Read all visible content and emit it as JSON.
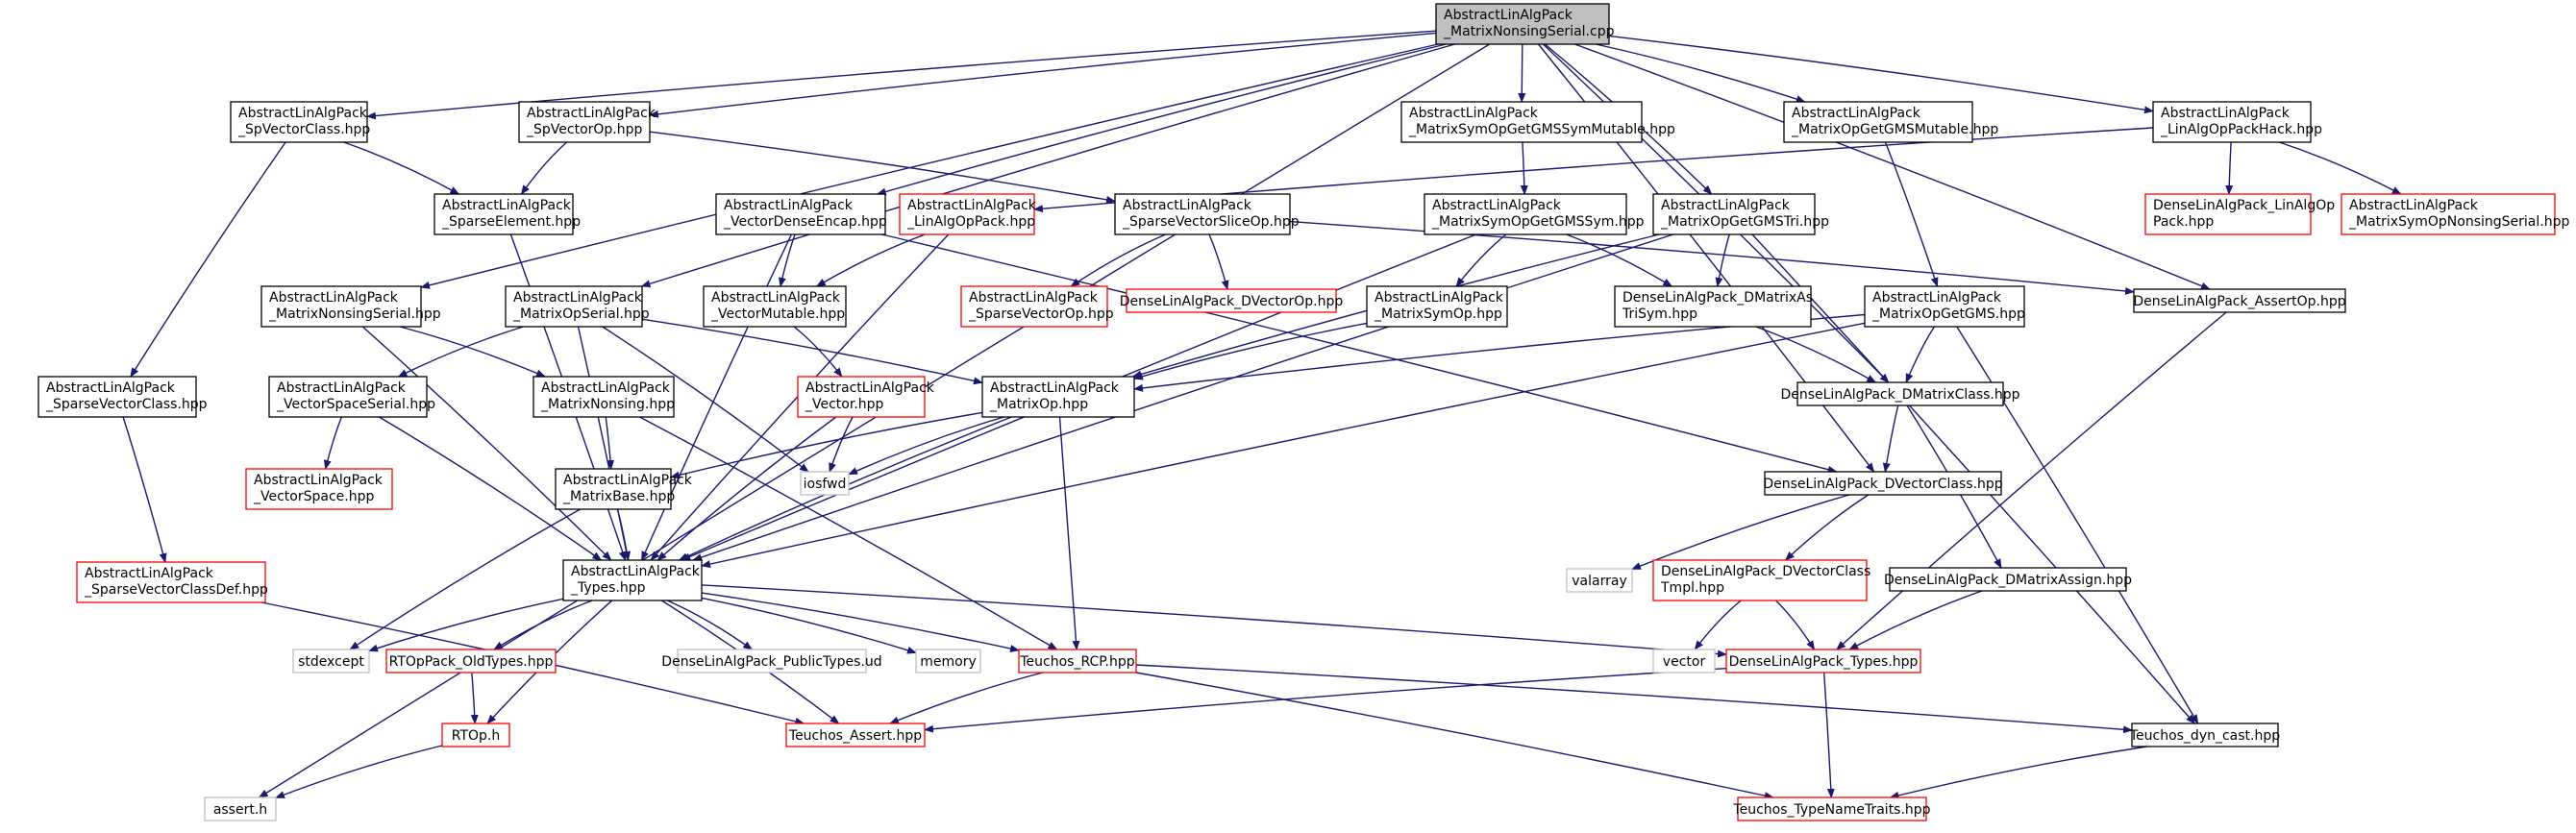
{
  "colors": {
    "edge": "#191970",
    "root_fill": "#bfbfbf",
    "node_border": "#000000",
    "missing_border": "#ff0000",
    "system_border": "#bfbfbf",
    "text": "#000000"
  },
  "nodes": [
    {
      "id": "n0",
      "kind": "root",
      "lines": [
        "AbstractLinAlgPack",
        "_MatrixNonsingSerial.cpp"
      ]
    },
    {
      "id": "n1",
      "kind": "system",
      "lines": [
        "assert.h"
      ]
    },
    {
      "id": "n2",
      "kind": "normal",
      "lines": [
        "AbstractLinAlgPack",
        "_SpVectorClass.hpp"
      ]
    },
    {
      "id": "n3",
      "kind": "normal",
      "lines": [
        "AbstractLinAlgPack",
        "_SparseVectorClass.hpp"
      ]
    },
    {
      "id": "n4",
      "kind": "missing",
      "lines": [
        "AbstractLinAlgPack",
        "_SparseVectorClassDef.hpp"
      ]
    },
    {
      "id": "n5",
      "kind": "missing",
      "lines": [
        "Teuchos_Assert.hpp"
      ]
    },
    {
      "id": "n6",
      "kind": "normal",
      "lines": [
        "AbstractLinAlgPack",
        "_SparseElement.hpp"
      ]
    },
    {
      "id": "n7",
      "kind": "normal",
      "lines": [
        "AbstractLinAlgPack",
        "_Types.hpp"
      ]
    },
    {
      "id": "n8",
      "kind": "system",
      "lines": [
        "stdexcept"
      ]
    },
    {
      "id": "n9",
      "kind": "missing",
      "lines": [
        "RTOpPack_OldTypes.hpp"
      ]
    },
    {
      "id": "n10",
      "kind": "missing",
      "lines": [
        "RTOp.h"
      ]
    },
    {
      "id": "n11",
      "kind": "system",
      "lines": [
        "DenseLinAlgPack_PublicTypes.ud"
      ]
    },
    {
      "id": "n12",
      "kind": "system",
      "lines": [
        "memory"
      ]
    },
    {
      "id": "n13",
      "kind": "missing",
      "lines": [
        "Teuchos_RCP.hpp"
      ]
    },
    {
      "id": "n14",
      "kind": "normal",
      "lines": [
        "Teuchos_dyn_cast.hpp"
      ]
    },
    {
      "id": "n15",
      "kind": "missing",
      "lines": [
        "Teuchos_TypeNameTraits.hpp"
      ]
    },
    {
      "id": "n16",
      "kind": "missing",
      "lines": [
        "DenseLinAlgPack_Types.hpp"
      ]
    },
    {
      "id": "n17",
      "kind": "normal",
      "lines": [
        "AbstractLinAlgPack",
        "_SpVectorOp.hpp"
      ]
    },
    {
      "id": "n18",
      "kind": "normal",
      "lines": [
        "AbstractLinAlgPack",
        "_SparseVectorSliceOp.hpp"
      ]
    },
    {
      "id": "n19",
      "kind": "missing",
      "lines": [
        "AbstractLinAlgPack",
        "_SparseVectorOp.hpp"
      ]
    },
    {
      "id": "n20",
      "kind": "missing",
      "lines": [
        "DenseLinAlgPack_DVectorOp.hpp"
      ]
    },
    {
      "id": "n21",
      "kind": "normal",
      "lines": [
        "DenseLinAlgPack_AssertOp.hpp"
      ]
    },
    {
      "id": "n22",
      "kind": "normal",
      "lines": [
        "AbstractLinAlgPack",
        "_MatrixNonsingSerial.hpp"
      ]
    },
    {
      "id": "n23",
      "kind": "normal",
      "lines": [
        "AbstractLinAlgPack",
        "_MatrixNonsing.hpp"
      ]
    },
    {
      "id": "n24",
      "kind": "normal",
      "lines": [
        "AbstractLinAlgPack",
        "_MatrixBase.hpp"
      ]
    },
    {
      "id": "n25",
      "kind": "normal",
      "lines": [
        "AbstractLinAlgPack",
        "_MatrixOpSerial.hpp"
      ]
    },
    {
      "id": "n26",
      "kind": "normal",
      "lines": [
        "AbstractLinAlgPack",
        "_VectorSpaceSerial.hpp"
      ]
    },
    {
      "id": "n27",
      "kind": "missing",
      "lines": [
        "AbstractLinAlgPack",
        "_VectorSpace.hpp"
      ]
    },
    {
      "id": "n28",
      "kind": "system",
      "lines": [
        "iosfwd"
      ]
    },
    {
      "id": "n29",
      "kind": "normal",
      "lines": [
        "AbstractLinAlgPack",
        "_MatrixOp.hpp"
      ]
    },
    {
      "id": "n30",
      "kind": "normal",
      "lines": [
        "AbstractLinAlgPack",
        "_VectorMutable.hpp"
      ]
    },
    {
      "id": "n31",
      "kind": "missing",
      "lines": [
        "AbstractLinAlgPack",
        "_Vector.hpp"
      ]
    },
    {
      "id": "n32",
      "kind": "normal",
      "lines": [
        "AbstractLinAlgPack",
        "_VectorDenseEncap.hpp"
      ]
    },
    {
      "id": "n33",
      "kind": "normal",
      "lines": [
        "DenseLinAlgPack_DVectorClass.hpp"
      ]
    },
    {
      "id": "n34",
      "kind": "system",
      "lines": [
        "valarray"
      ]
    },
    {
      "id": "n35",
      "kind": "missing",
      "lines": [
        "DenseLinAlgPack_DVectorClass",
        "Tmpl.hpp"
      ]
    },
    {
      "id": "n36",
      "kind": "system",
      "lines": [
        "vector"
      ]
    },
    {
      "id": "n37",
      "kind": "missing",
      "lines": [
        "AbstractLinAlgPack",
        "_LinAlgOpPack.hpp"
      ]
    },
    {
      "id": "n38",
      "kind": "normal",
      "lines": [
        "AbstractLinAlgPack",
        "_MatrixSymOpGetGMSSymMutable.hpp"
      ]
    },
    {
      "id": "n39",
      "kind": "normal",
      "lines": [
        "AbstractLinAlgPack",
        "_MatrixSymOpGetGMSSym.hpp"
      ]
    },
    {
      "id": "n40",
      "kind": "normal",
      "lines": [
        "AbstractLinAlgPack",
        "_MatrixSymOp.hpp"
      ]
    },
    {
      "id": "n41",
      "kind": "normal",
      "lines": [
        "DenseLinAlgPack_DMatrixAs",
        "TriSym.hpp"
      ]
    },
    {
      "id": "n42",
      "kind": "normal",
      "lines": [
        "DenseLinAlgPack_DMatrixClass.hpp"
      ]
    },
    {
      "id": "n43",
      "kind": "normal",
      "lines": [
        "DenseLinAlgPack_DMatrixAssign.hpp"
      ]
    },
    {
      "id": "n44",
      "kind": "normal",
      "lines": [
        "AbstractLinAlgPack",
        "_MatrixOpGetGMSMutable.hpp"
      ]
    },
    {
      "id": "n45",
      "kind": "normal",
      "lines": [
        "AbstractLinAlgPack",
        "_MatrixOpGetGMS.hpp"
      ]
    },
    {
      "id": "n46",
      "kind": "normal",
      "lines": [
        "AbstractLinAlgPack",
        "_MatrixOpGetGMSTri.hpp"
      ]
    },
    {
      "id": "n47",
      "kind": "normal",
      "lines": [
        "AbstractLinAlgPack",
        "_LinAlgOpPackHack.hpp"
      ]
    },
    {
      "id": "n48",
      "kind": "missing",
      "lines": [
        "DenseLinAlgPack_LinAlgOp",
        "Pack.hpp"
      ]
    },
    {
      "id": "n49",
      "kind": "missing",
      "lines": [
        "AbstractLinAlgPack",
        "_MatrixSymOpNonsingSerial.hpp"
      ]
    }
  ],
  "edges": [
    [
      "n0",
      "n1"
    ],
    [
      "n0",
      "n2"
    ],
    [
      "n0",
      "n17"
    ],
    [
      "n0",
      "n22"
    ],
    [
      "n0",
      "n25"
    ],
    [
      "n0",
      "n32"
    ],
    [
      "n0",
      "n38"
    ],
    [
      "n0",
      "n44"
    ],
    [
      "n0",
      "n46"
    ],
    [
      "n0",
      "n47"
    ],
    [
      "n0",
      "n21"
    ],
    [
      "n0",
      "n33"
    ],
    [
      "n0",
      "n42"
    ],
    [
      "n2",
      "n3"
    ],
    [
      "n2",
      "n6"
    ],
    [
      "n3",
      "n4"
    ],
    [
      "n4",
      "n5"
    ],
    [
      "n6",
      "n7"
    ],
    [
      "n7",
      "n8"
    ],
    [
      "n7",
      "n9"
    ],
    [
      "n7",
      "n10"
    ],
    [
      "n7",
      "n11"
    ],
    [
      "n7",
      "n12"
    ],
    [
      "n7",
      "n13"
    ],
    [
      "n7",
      "n5"
    ],
    [
      "n7",
      "n16"
    ],
    [
      "n9",
      "n10"
    ],
    [
      "n10",
      "n1"
    ],
    [
      "n13",
      "n5"
    ],
    [
      "n13",
      "n14"
    ],
    [
      "n13",
      "n15"
    ],
    [
      "n14",
      "n15"
    ],
    [
      "n16",
      "n5"
    ],
    [
      "n16",
      "n15"
    ],
    [
      "n17",
      "n6"
    ],
    [
      "n17",
      "n18"
    ],
    [
      "n18",
      "n19"
    ],
    [
      "n18",
      "n20"
    ],
    [
      "n18",
      "n21"
    ],
    [
      "n21",
      "n16"
    ],
    [
      "n22",
      "n7"
    ],
    [
      "n22",
      "n23"
    ],
    [
      "n23",
      "n24"
    ],
    [
      "n23",
      "n13"
    ],
    [
      "n24",
      "n7"
    ],
    [
      "n24",
      "n8"
    ],
    [
      "n25",
      "n26"
    ],
    [
      "n25",
      "n28"
    ],
    [
      "n25",
      "n29"
    ],
    [
      "n25",
      "n7"
    ],
    [
      "n26",
      "n27"
    ],
    [
      "n26",
      "n7"
    ],
    [
      "n29",
      "n24"
    ],
    [
      "n29",
      "n28"
    ],
    [
      "n29",
      "n7"
    ],
    [
      "n29",
      "n13"
    ],
    [
      "n30",
      "n31"
    ],
    [
      "n31",
      "n28"
    ],
    [
      "n31",
      "n7"
    ],
    [
      "n32",
      "n30"
    ],
    [
      "n32",
      "n7"
    ],
    [
      "n32",
      "n33"
    ],
    [
      "n33",
      "n34"
    ],
    [
      "n33",
      "n35"
    ],
    [
      "n35",
      "n36"
    ],
    [
      "n35",
      "n16"
    ],
    [
      "n37",
      "n30"
    ],
    [
      "n37",
      "n7"
    ],
    [
      "n38",
      "n39"
    ],
    [
      "n39",
      "n40"
    ],
    [
      "n39",
      "n41"
    ],
    [
      "n39",
      "n7"
    ],
    [
      "n40",
      "n29"
    ],
    [
      "n41",
      "n42"
    ],
    [
      "n42",
      "n33"
    ],
    [
      "n42",
      "n43"
    ],
    [
      "n43",
      "n16"
    ],
    [
      "n44",
      "n45"
    ],
    [
      "n45",
      "n29"
    ],
    [
      "n45",
      "n42"
    ],
    [
      "n45",
      "n7"
    ],
    [
      "n45",
      "n14"
    ],
    [
      "n46",
      "n41"
    ],
    [
      "n46",
      "n29"
    ],
    [
      "n46",
      "n7"
    ],
    [
      "n46",
      "n14"
    ],
    [
      "n47",
      "n37"
    ],
    [
      "n47",
      "n48"
    ],
    [
      "n47",
      "n49"
    ]
  ]
}
